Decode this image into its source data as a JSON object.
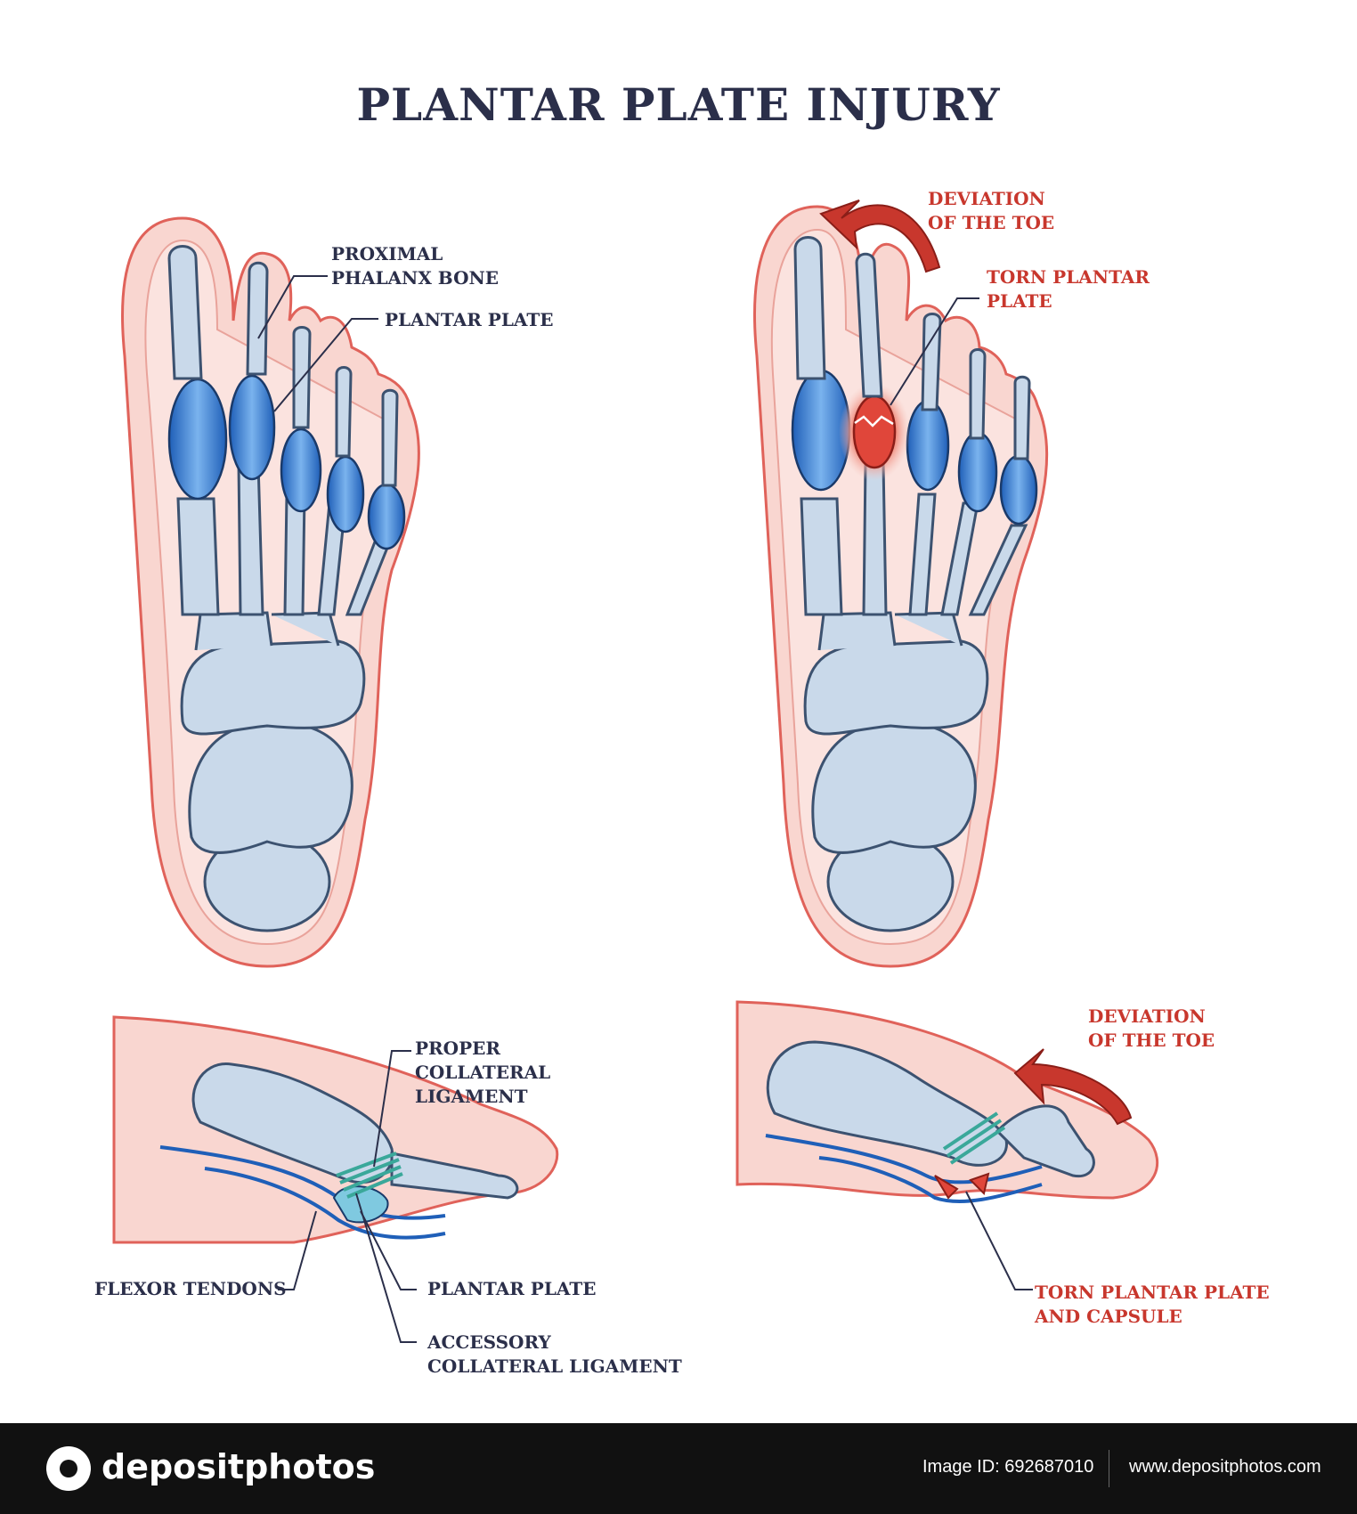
{
  "title": "PLANTAR PLATE INJURY",
  "labels": {
    "proximal_phalanx_bone": [
      "PROXIMAL",
      "PHALANX BONE"
    ],
    "plantar_plate_top": [
      "PLANTAR PLATE"
    ],
    "deviation_top": [
      "DEVIATION",
      "OF THE TOE"
    ],
    "torn_plantar_plate_top": [
      "TORN PLANTAR",
      "PLATE"
    ],
    "proper_collateral_ligament": [
      "PROPER",
      "COLLATERAL",
      "LIGAMENT"
    ],
    "flexor_tendons": [
      "FLEXOR TENDONS"
    ],
    "plantar_plate_bottom": [
      "PLANTAR PLATE"
    ],
    "accessory_collateral_ligament": [
      "ACCESSORY",
      "COLLATERAL LIGAMENT"
    ],
    "deviation_bottom": [
      "DEVIATION",
      "OF THE TOE"
    ],
    "torn_plantar_plate_capsule": [
      "TORN PLANTAR PLATE",
      "AND CAPSULE"
    ]
  },
  "footer": {
    "brand": "depositphotos",
    "image_id": "Image ID: 692687010",
    "website": "www.depositphotos.com"
  },
  "colors": {
    "title": "#2b2f4a",
    "label": "#2b2f4a",
    "injury_label": "#c8372d",
    "skin": "#f9d6d0",
    "skin_outline": "#e0625a",
    "bone": "#c9d9ea",
    "bone_outline": "#3c5270",
    "plate": "#4a8fd8",
    "injury": "#e0463a"
  }
}
